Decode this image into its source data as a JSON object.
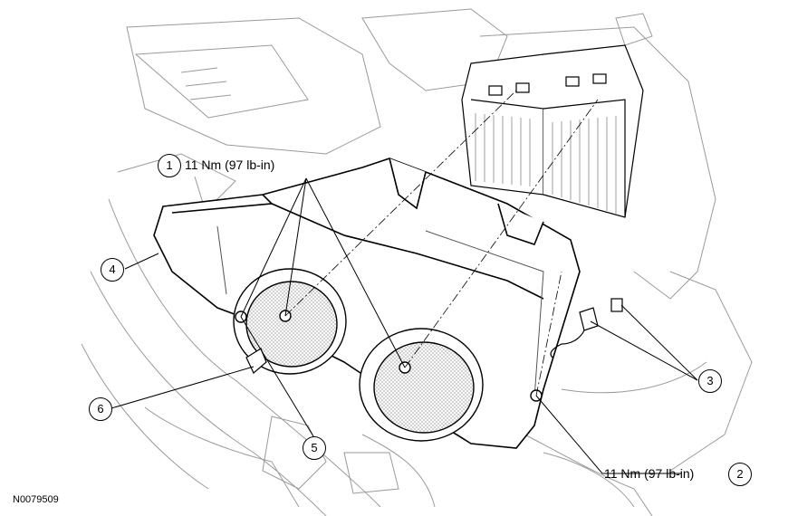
{
  "callouts": [
    {
      "num": "1",
      "text": "11 Nm (97 lb-in)"
    },
    {
      "num": "2",
      "text": "11 Nm (97 lb-in)"
    },
    {
      "num": "3",
      "text": ""
    },
    {
      "num": "4",
      "text": ""
    },
    {
      "num": "5",
      "text": ""
    },
    {
      "num": "6",
      "text": ""
    }
  ],
  "figure_id": "N0079509",
  "colors": {
    "line": "#000000",
    "light": "#9a9a9a",
    "mesh": "#c8c8c8"
  }
}
